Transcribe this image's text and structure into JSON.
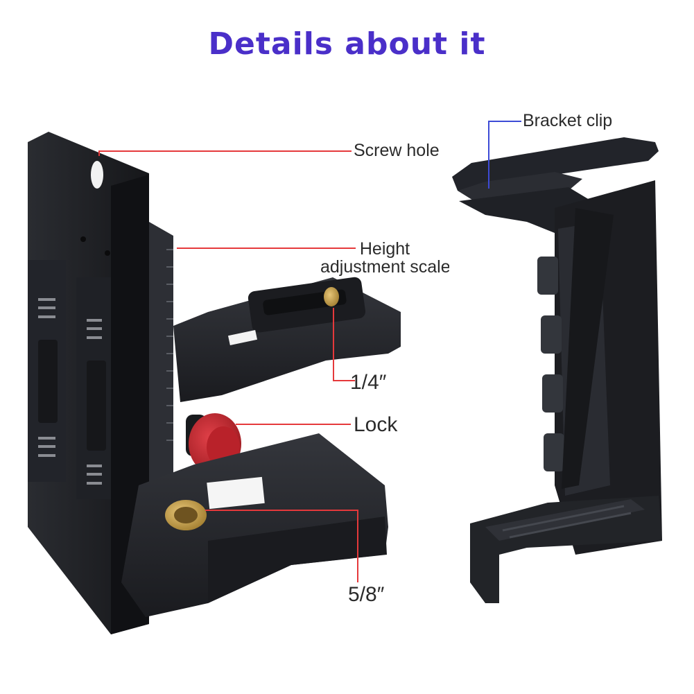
{
  "title": {
    "text": "Details about it",
    "color": "#4a2fc9"
  },
  "colors": {
    "leader_red": "#e5393b",
    "leader_blue": "#3d4bd6",
    "plastic_dark": "#1c1d21",
    "plastic_mid": "#2c2e34",
    "plastic_light": "#44474f",
    "lock_knob": "#c8242b",
    "brass": "#c9a04a"
  },
  "callouts": {
    "screw_hole": "Screw hole",
    "height_scale_line1": "Height",
    "height_scale_line2": "adjustment scale",
    "quarter_inch": "1/4″",
    "lock": "Lock",
    "five_eighths": "5/8″",
    "bracket_clip": "Bracket clip"
  }
}
